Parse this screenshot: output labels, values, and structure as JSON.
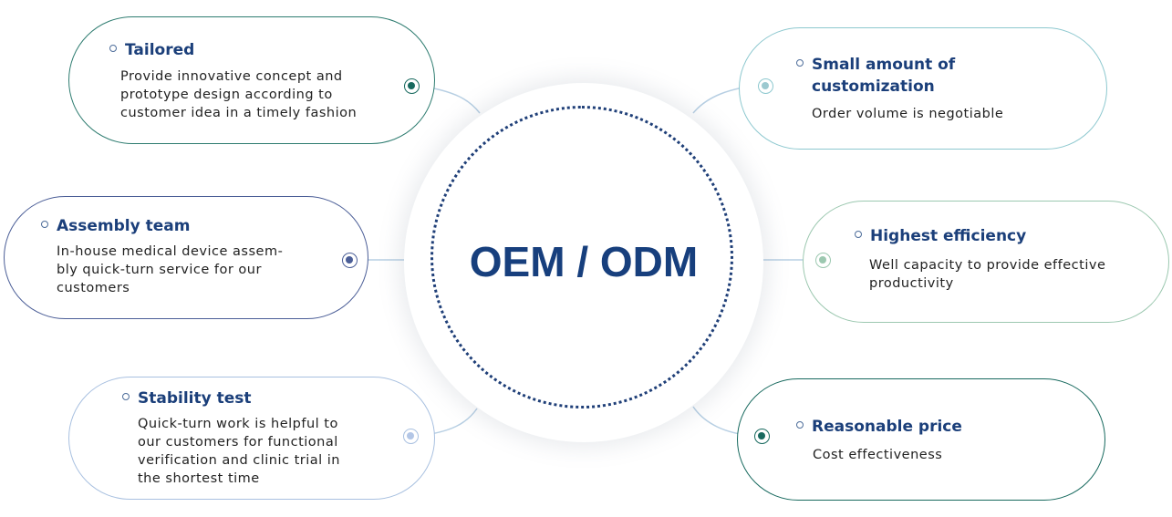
{
  "diagram": {
    "center_label": "OEM / ODM",
    "colors": {
      "navy": "#1b3f7a",
      "teal_dark": "#17695e",
      "blue_gray": "#4b5e97",
      "light_teal": "#8dc8cf",
      "pale_green": "#9cc8b0",
      "pale_blue": "#a8c0e0"
    },
    "features": [
      {
        "id": "tailored",
        "title": "Tailored",
        "description": "Provide innovative concept and\nprototype design according to\ncustomer idea in a timely fashion"
      },
      {
        "id": "small-amount",
        "title": "Small amount of\ncustomization",
        "description": "Order volume is negotiable"
      },
      {
        "id": "assembly-team",
        "title": "Assembly team",
        "description": "In-house medical device assem-\nbly quick-turn service for our\ncustomers"
      },
      {
        "id": "highest-efficiency",
        "title": "Highest efficiency",
        "description": "Well capacity to provide effective\nproductivity"
      },
      {
        "id": "stability-test",
        "title": "Stability test",
        "description": "Quick-turn work is helpful to\nour customers for functional\nverification and clinic trial in\nthe shortest time"
      },
      {
        "id": "reasonable-price",
        "title": "Reasonable price",
        "description": "Cost effectiveness"
      }
    ]
  }
}
